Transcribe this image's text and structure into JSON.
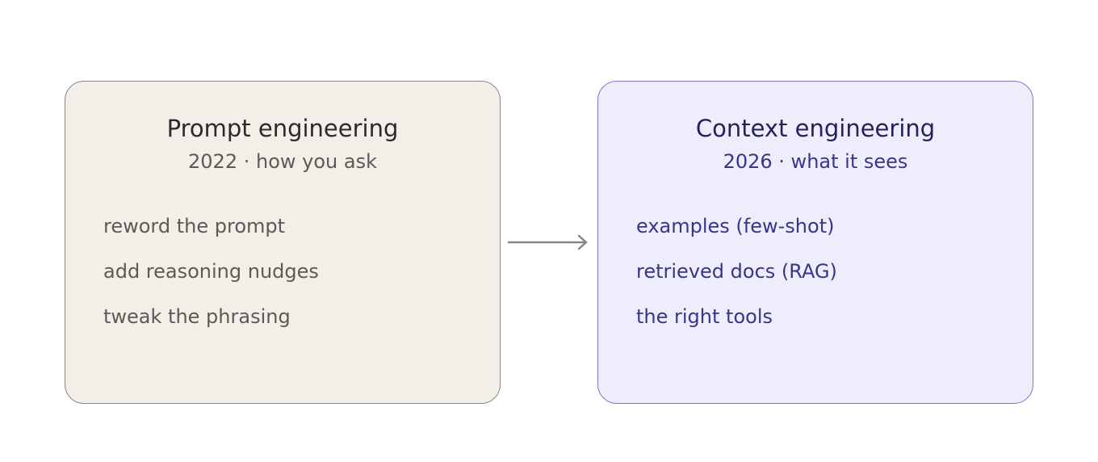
{
  "left_card": {
    "title": "Prompt engineering",
    "subtitle": "2022 · how you ask",
    "items": [
      "reword the prompt",
      "add reasoning nudges",
      "tweak the phrasing"
    ]
  },
  "right_card": {
    "title": "Context engineering",
    "subtitle": "2026 · what it sees",
    "items": [
      "examples (few-shot)",
      "retrieved docs (RAG)",
      "the right tools"
    ]
  },
  "arrow": {
    "icon": "arrow-right-icon",
    "color": "#8a8782"
  },
  "colors": {
    "left_fill": "#f2efe8",
    "left_border": "#8a8782",
    "right_fill": "#eeedfc",
    "right_border": "#7f76cc"
  }
}
